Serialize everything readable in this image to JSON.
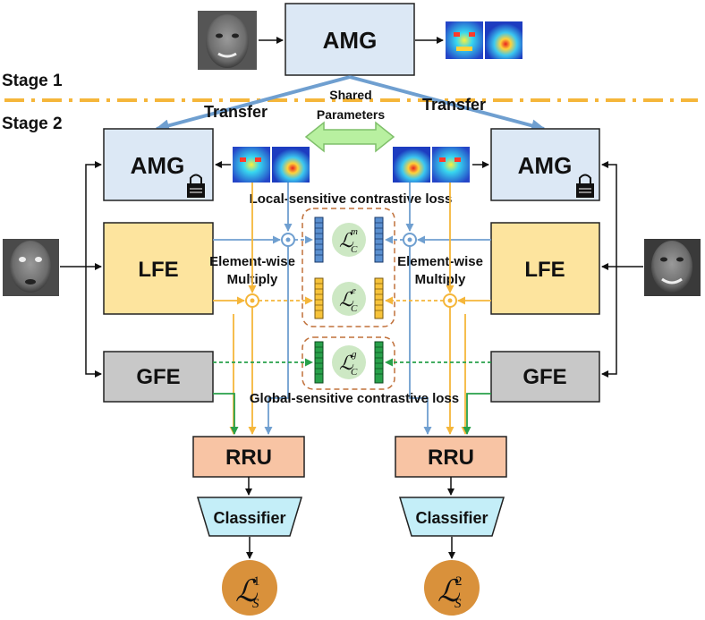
{
  "stage1": "Stage 1",
  "stage2": "Stage 2",
  "transfer_left": "Transfer",
  "transfer_right": "Transfer",
  "shared_line1": "Shared",
  "shared_line2": "Parameters",
  "blocks": {
    "amg": "AMG",
    "lfe": "LFE",
    "gfe": "GFE",
    "rru": "RRU",
    "classifier": "Classifier"
  },
  "local_loss": "Local-sensitive contrastive loss",
  "global_loss": "Global-sensitive contrastive loss",
  "elementwise_line1": "Element-wise",
  "elementwise_line2": "Multiply",
  "loss_symbols": {
    "main": "ℒ",
    "sub_c": "C",
    "sub_s": "S",
    "sup_m": "m",
    "sup_e": "e",
    "sup_g": "g",
    "sup_1": "1",
    "sup_2": "2"
  },
  "colors": {
    "blue_arrow": "#6f9fd0",
    "orange_dash": "#f5b63a",
    "green": "#28a04a",
    "orange_box_border": "#c0703a",
    "amg_fill": "#dce8f5",
    "lfe_fill": "#fde49e",
    "gfe_fill": "#c8c8c8",
    "rru_fill": "#f8c4a4",
    "classifier_fill": "#c4eef8",
    "loss_circle": "#d9913b"
  }
}
